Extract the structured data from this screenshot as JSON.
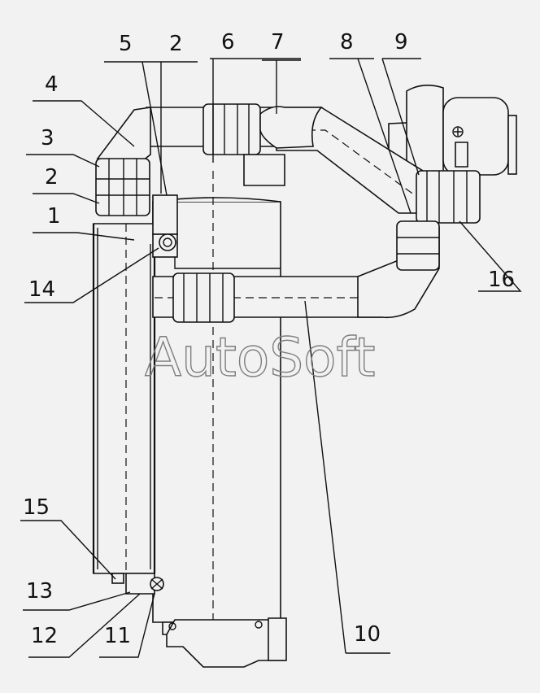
{
  "diagram": {
    "watermark": "AutoSoft",
    "callouts": [
      {
        "id": "c5",
        "text": "5"
      },
      {
        "id": "c2-top",
        "text": "2"
      },
      {
        "id": "c6",
        "text": "6"
      },
      {
        "id": "c7",
        "text": "7"
      },
      {
        "id": "c8",
        "text": "8"
      },
      {
        "id": "c9",
        "text": "9"
      },
      {
        "id": "c4",
        "text": "4"
      },
      {
        "id": "c3",
        "text": "3"
      },
      {
        "id": "c2-left",
        "text": "2"
      },
      {
        "id": "c1",
        "text": "1"
      },
      {
        "id": "c14",
        "text": "14"
      },
      {
        "id": "c16",
        "text": "16"
      },
      {
        "id": "c15",
        "text": "15"
      },
      {
        "id": "c13",
        "text": "13"
      },
      {
        "id": "c12",
        "text": "12"
      },
      {
        "id": "c11",
        "text": "11"
      },
      {
        "id": "c10",
        "text": "10"
      }
    ]
  }
}
